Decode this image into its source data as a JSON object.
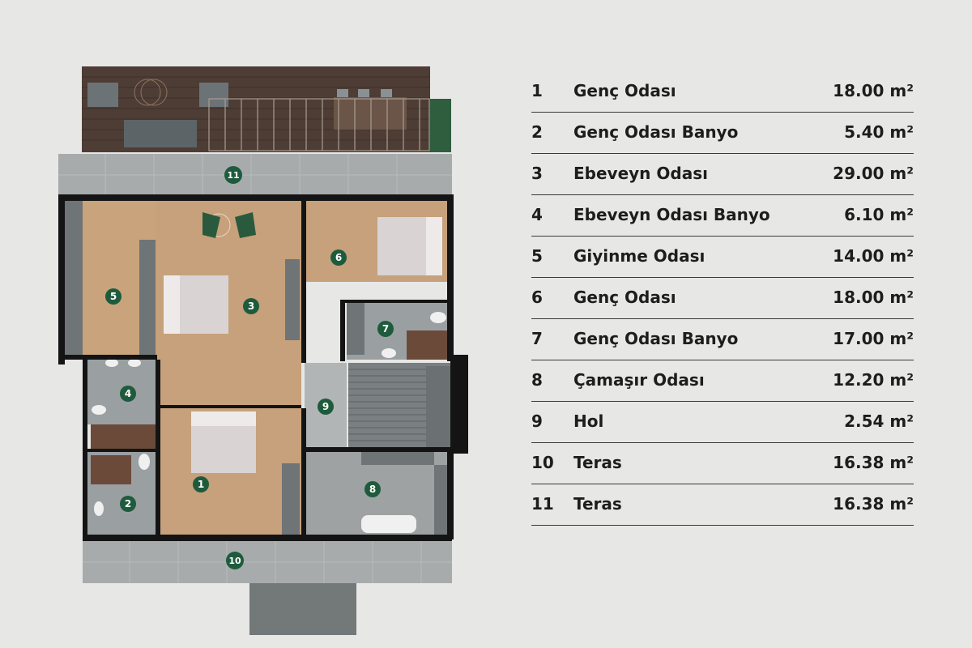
{
  "rooms": [
    {
      "num": "1",
      "name": "Genç Odası",
      "area": "18.00 m²"
    },
    {
      "num": "2",
      "name": "Genç Odası Banyo",
      "area": "5.40 m²"
    },
    {
      "num": "3",
      "name": "Ebeveyn Odası",
      "area": "29.00 m²"
    },
    {
      "num": "4",
      "name": "Ebeveyn Odası Banyo",
      "area": "6.10 m²"
    },
    {
      "num": "5",
      "name": "Giyinme Odası",
      "area": "14.00 m²"
    },
    {
      "num": "6",
      "name": "Genç Odası",
      "area": "18.00 m²"
    },
    {
      "num": "7",
      "name": "Genç Odası Banyo",
      "area": "17.00 m²"
    },
    {
      "num": "8",
      "name": "Çamaşır Odası",
      "area": "12.20 m²"
    },
    {
      "num": "9",
      "name": "Hol",
      "area": "2.54 m²"
    },
    {
      "num": "10",
      "name": "Teras",
      "area": "16.38 m²"
    },
    {
      "num": "11",
      "name": "Teras",
      "area": "16.38 m²"
    }
  ],
  "colors": {
    "background": "#e7e7e6",
    "wood_floor": "#c9a57f",
    "tile_floor": "#9ea2a3",
    "wall": "#141414",
    "badge": "#1e5b3c",
    "deck": "#4a3a33"
  }
}
